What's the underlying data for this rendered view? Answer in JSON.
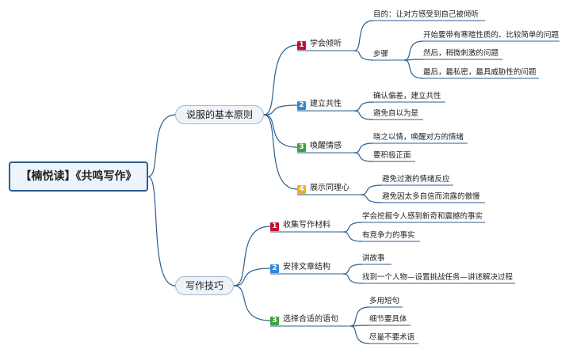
{
  "root": {
    "label": "【楠悦读】《共鸣写作》"
  },
  "colors": {
    "line": "#2b5f8f",
    "badge_1": "#c8102e",
    "badge_2": "#2f88d8",
    "badge_3": "#3aa63a",
    "badge_4": "#f0ad20"
  },
  "branches": [
    {
      "label": "说服的基本原则",
      "children": [
        {
          "num": "1",
          "label": "学会倾听",
          "children": [
            {
              "label": "目的：让对方感受到自己被倾听"
            },
            {
              "label": "步骤",
              "children": [
                {
                  "label": "开始要带有寒暄性质的、比较简单的问题"
                },
                {
                  "label": "然后，稍微刺激的问题"
                },
                {
                  "label": "最后，最私密，最具威胁性的问题"
                }
              ]
            }
          ]
        },
        {
          "num": "2",
          "label": "建立共性",
          "children": [
            {
              "label": "确认偏差，建立共性"
            },
            {
              "label": "避免自以为是"
            }
          ]
        },
        {
          "num": "3",
          "label": "唤醒情感",
          "children": [
            {
              "label": "晓之以情，唤醒对方的情绪"
            },
            {
              "label": "要积极正面"
            }
          ]
        },
        {
          "num": "4",
          "label": "展示同理心",
          "children": [
            {
              "label": "避免过激的情绪反应"
            },
            {
              "label": "避免因太多自信而流露的傲慢"
            }
          ]
        }
      ]
    },
    {
      "label": "写作技巧",
      "children": [
        {
          "num": "1",
          "label": "收集写作材料",
          "children": [
            {
              "label": "学会挖掘令人感到新奇和震撼的事实"
            },
            {
              "label": "有竞争力的事实"
            }
          ]
        },
        {
          "num": "2",
          "label": "安排文章结构",
          "children": [
            {
              "label": "讲故事"
            },
            {
              "label": "找到一个人物—设置挑战任务—讲述解决过程"
            }
          ]
        },
        {
          "num": "3",
          "label": "选择合适的语句",
          "children": [
            {
              "label": "多用短句"
            },
            {
              "label": "细节要具体"
            },
            {
              "label": "尽量不要术语"
            }
          ]
        }
      ]
    }
  ]
}
